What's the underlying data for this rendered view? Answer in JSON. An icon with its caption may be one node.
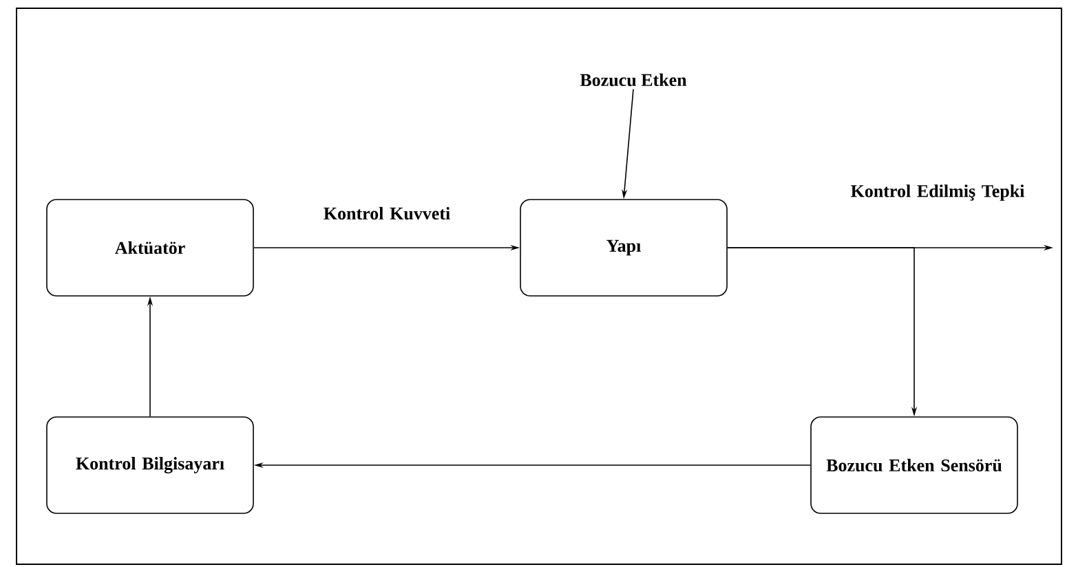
{
  "diagram": {
    "nodes": [
      {
        "text": [
          "Aktüatör"
        ]
      },
      {
        "text": [
          "Yapı"
        ]
      },
      {
        "text": [
          "Bozucu Etken"
        ]
      },
      {
        "text": [
          "Kontrol Bilgisayarı"
        ]
      },
      {
        "text": [
          "Bozucu Etken Sensörü"
        ]
      }
    ],
    "edges": [
      {
        "from": 0,
        "to": 1,
        "arrow": "to",
        "label": "Kontrol Kuvveti"
      },
      {
        "from": 2,
        "to": 1,
        "arrow": "to"
      },
      {
        "from": 1,
        "to": null,
        "arrow": "to",
        "label": "Kontrol Edilmiş Tepki"
      },
      {
        "from": 1,
        "to": 4,
        "arrow": "to"
      },
      {
        "from": 4,
        "to": 3,
        "arrow": "to"
      },
      {
        "from": 3,
        "to": 0,
        "arrow": "to"
      }
    ]
  }
}
